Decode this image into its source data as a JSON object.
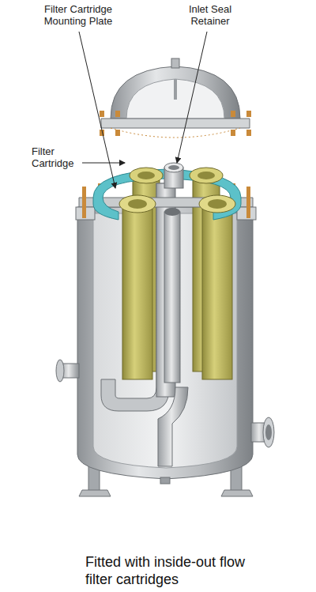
{
  "diagram": {
    "caption": "Fitted with inside-out flow filter cartridges",
    "labels": [
      "Filter Cartridge Mounting Plate",
      "Inlet Seal Retainer",
      "Filter Cartridge"
    ]
  }
}
